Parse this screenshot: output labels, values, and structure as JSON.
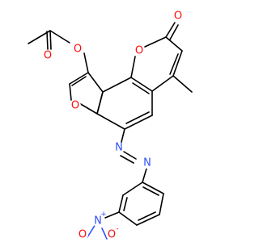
{
  "atoms": {
    "o_acetyl_carbonyl": {
      "label": "O",
      "color": "#ff0d0d"
    },
    "o_ester": {
      "label": "O",
      "color": "#ff0d0d"
    },
    "o_lactone_carbonyl": {
      "label": "O",
      "color": "#ff0d0d"
    },
    "o_lactone_ring": {
      "label": "O",
      "color": "#ff0d0d"
    },
    "o_furan": {
      "label": "O",
      "color": "#ff0d0d"
    },
    "n_azo_1": {
      "label": "N",
      "color": "#3050f8"
    },
    "n_azo_2": {
      "label": "N",
      "color": "#3050f8"
    },
    "n_nitro": {
      "label": "N",
      "charge": "+",
      "color": "#3050f8"
    },
    "o_nitro_left": {
      "label": "O",
      "color": "#ff0d0d"
    },
    "o_nitro_right": {
      "label": "O",
      "charge": "-",
      "color": "#ff0d0d"
    }
  }
}
